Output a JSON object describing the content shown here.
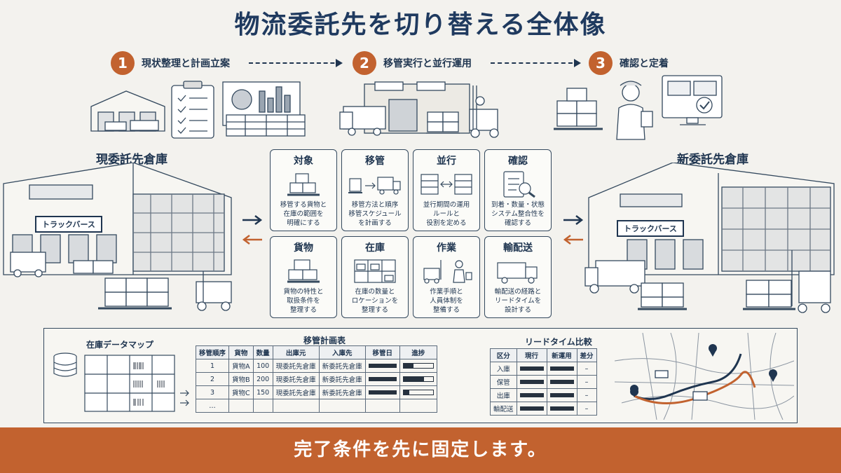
{
  "title": "物流委託先を切り替える全体像",
  "steps": [
    {
      "num": "1",
      "label": "現状整理と計画立案"
    },
    {
      "num": "2",
      "label": "移管実行と並行運用"
    },
    {
      "num": "3",
      "label": "確認と定着"
    }
  ],
  "warehouses": {
    "current": {
      "label": "現委託先倉庫",
      "sign": "トラックバース"
    },
    "new": {
      "label": "新委託先倉庫",
      "sign": "トラックバース"
    }
  },
  "cards": [
    {
      "title": "対象",
      "icon": "boxes-on-pallet-icon",
      "desc": [
        "移管する貨物と",
        "在庫の範囲を",
        "明確にする"
      ]
    },
    {
      "title": "移管",
      "icon": "transfer-truck-icon",
      "desc": [
        "移管方法と順序",
        "移管スケジュール",
        "を計画する"
      ]
    },
    {
      "title": "並行",
      "icon": "parallel-racks-icon",
      "desc": [
        "並行期間の運用",
        "ルールと",
        "役割を定める"
      ]
    },
    {
      "title": "確認",
      "icon": "checklist-magnifier-icon",
      "desc": [
        "到着・数量・状態",
        "システム整合性を",
        "確認する"
      ]
    },
    {
      "title": "貨物",
      "icon": "cargo-boxes-icon",
      "desc": [
        "貨物の特性と",
        "取扱条件を",
        "整理する"
      ]
    },
    {
      "title": "在庫",
      "icon": "inventory-rack-icon",
      "desc": [
        "在庫の数量と",
        "ロケーションを",
        "整理する"
      ]
    },
    {
      "title": "作業",
      "icon": "forklift-worker-icon",
      "desc": [
        "作業手順と",
        "人員体制を",
        "整備する"
      ]
    },
    {
      "title": "輸配送",
      "icon": "delivery-truck-icon",
      "desc": [
        "輸配送の経路と",
        "リードタイムを",
        "設計する"
      ]
    }
  ],
  "panel": {
    "inventory_map": {
      "title": "在庫データマップ"
    },
    "transfer_table": {
      "title": "移管計画表",
      "headers": [
        "移管順序",
        "貨物",
        "数量",
        "出庫元",
        "入庫先",
        "移管日",
        "進捗"
      ],
      "rows": [
        {
          "order": "1",
          "cargo": "貨物A",
          "qty": "100",
          "from": "現委託先倉庫",
          "to": "新委託先倉庫"
        },
        {
          "order": "2",
          "cargo": "貨物B",
          "qty": "200",
          "from": "現委託先倉庫",
          "to": "新委託先倉庫"
        },
        {
          "order": "3",
          "cargo": "貨物C",
          "qty": "150",
          "from": "現委託先倉庫",
          "to": "新委託先倉庫"
        }
      ],
      "more": "…",
      "progress": [
        0.35,
        0.7,
        0.2
      ]
    },
    "leadtime_table": {
      "title": "リードタイム比較",
      "headers": [
        "区分",
        "現行",
        "新運用",
        "差分"
      ],
      "rows": [
        {
          "cat": "入庫",
          "diff": "–"
        },
        {
          "cat": "保管",
          "diff": "–"
        },
        {
          "cat": "出庫",
          "diff": "–"
        },
        {
          "cat": "輸配送",
          "diff": "–"
        }
      ]
    }
  },
  "footer": "完了条件を先に固定します。",
  "colors": {
    "accent": "#c2622f",
    "ink": "#1f3550",
    "background": "#f3f2ee"
  }
}
